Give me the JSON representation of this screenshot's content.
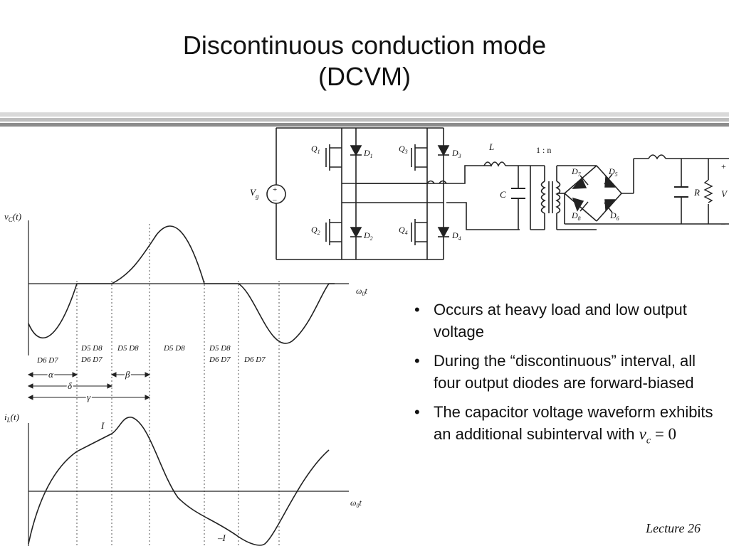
{
  "slide": {
    "title_line1": "Discontinuous conduction mode",
    "title_line2": "(DCVM)",
    "footer": "Lecture 26"
  },
  "bullets": [
    {
      "text": "Occurs at heavy load and low output voltage"
    },
    {
      "text": "During the “discontinuous” interval, all four output diodes are forward-biased"
    },
    {
      "text_before": "The capacitor voltage waveform exhibits an additional subinterval with",
      "math_var": "v",
      "math_sub": "c",
      "math_rest": "= 0"
    }
  ],
  "circuit": {
    "source": "V",
    "source_sub": "g",
    "Q1": "Q",
    "Q1_sub": "1",
    "D1": "D",
    "D1_sub": "1",
    "Q2": "Q",
    "Q2_sub": "2",
    "D2": "D",
    "D2_sub": "2",
    "Q3": "Q",
    "Q3_sub": "3",
    "D3": "D",
    "D3_sub": "3",
    "Q4": "Q",
    "Q4_sub": "4",
    "D4": "D",
    "D4_sub": "4",
    "inductor": "L",
    "capacitor": "C",
    "ratio": "1 : n",
    "D5": "D",
    "D5_sub": "5",
    "D6": "D",
    "D6_sub": "6",
    "D7": "D",
    "D7_sub": "7",
    "D8": "D",
    "D8_sub": "8",
    "load": "R",
    "output": "V",
    "plus": "+",
    "minus": "–"
  },
  "waveforms": {
    "vc_axis": "v",
    "vc_axis_sub": "C",
    "vc_axis_arg": "(t)",
    "il_axis": "i",
    "il_axis_sub": "L",
    "il_axis_arg": "(t)",
    "time_axis": "ω",
    "time_axis_sub": "0",
    "time_axis_t": "t",
    "peak_label": "I",
    "neg_label": "–I",
    "alpha": "α",
    "beta": "β",
    "delta": "δ",
    "gamma": "γ",
    "intervals": [
      {
        "top": "D6 D7",
        "bottom": ""
      },
      {
        "top": "D5 D8",
        "bottom": "D6 D7"
      },
      {
        "top": "D5 D8",
        "bottom": ""
      },
      {
        "top": "D5 D8",
        "bottom": ""
      },
      {
        "top": "D5 D8",
        "bottom": "D6 D7"
      },
      {
        "top": "D6 D7",
        "bottom": ""
      }
    ]
  }
}
